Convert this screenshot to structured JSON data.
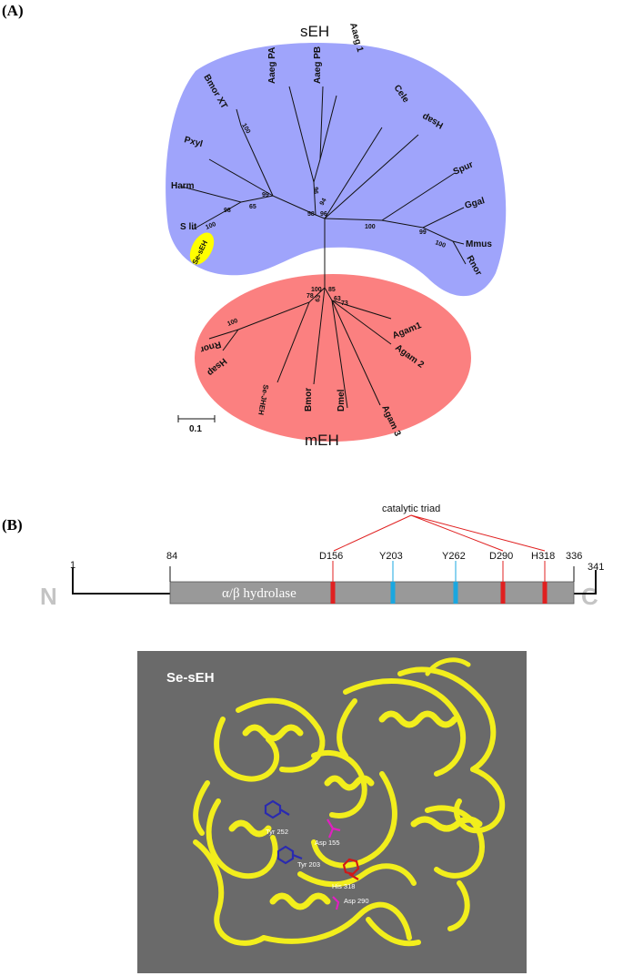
{
  "panel_a": {
    "letter": "(A)",
    "seh_title": "sEH",
    "meh_title": "mEH",
    "scale_label": "0.1",
    "colors": {
      "seh_cluster": "#9fa4fb",
      "meh_cluster": "#fb8080",
      "highlight": "#ffff00"
    },
    "seh_taxa": [
      "Aaeg PA",
      "Aaeg PB",
      "Aaeg 1",
      "Cele",
      "Hsap",
      "Spur",
      "Ggal",
      "Mmus",
      "Rnor",
      "Bmor XT",
      "Pxyl",
      "Harm",
      "S lit",
      "Se-sEH"
    ],
    "meh_taxa": [
      "Agam1",
      "Agam 2",
      "Agam 3",
      "Dmel",
      "Bmor",
      "Se-JHEH",
      "Hsap",
      "Rnor"
    ],
    "seh_bootstrap": [
      "100",
      "99",
      "65",
      "98",
      "100",
      "58",
      "96",
      "96",
      "94",
      "100",
      "99",
      "100"
    ],
    "meh_bootstrap": [
      "100",
      "85",
      "78",
      "63",
      "63",
      "73",
      "100"
    ]
  },
  "panel_b": {
    "letter": "(B)",
    "catalytic_label": "catalytic triad",
    "n_terminus": "N",
    "c_terminus": "C",
    "domain_label": "α/β hydrolase",
    "positions": [
      "1",
      "84",
      "336",
      "341"
    ],
    "residues": [
      {
        "label": "D156",
        "color": "#e02020"
      },
      {
        "label": "Y203",
        "color": "#1aa7e0"
      },
      {
        "label": "Y262",
        "color": "#1aa7e0"
      },
      {
        "label": "D290",
        "color": "#e02020"
      },
      {
        "label": "H318",
        "color": "#e02020"
      }
    ],
    "structure": {
      "title": "Se-sEH",
      "labels": [
        "Tyr 252",
        "Asp 155",
        "Tyr 203",
        "His 318",
        "Asp 290"
      ],
      "colors": {
        "background": "#6a6a6a",
        "ribbon": "#f2ee1c",
        "tyr": "#2a2ab0",
        "his": "#d01818",
        "asp": "#e020c0"
      }
    }
  }
}
